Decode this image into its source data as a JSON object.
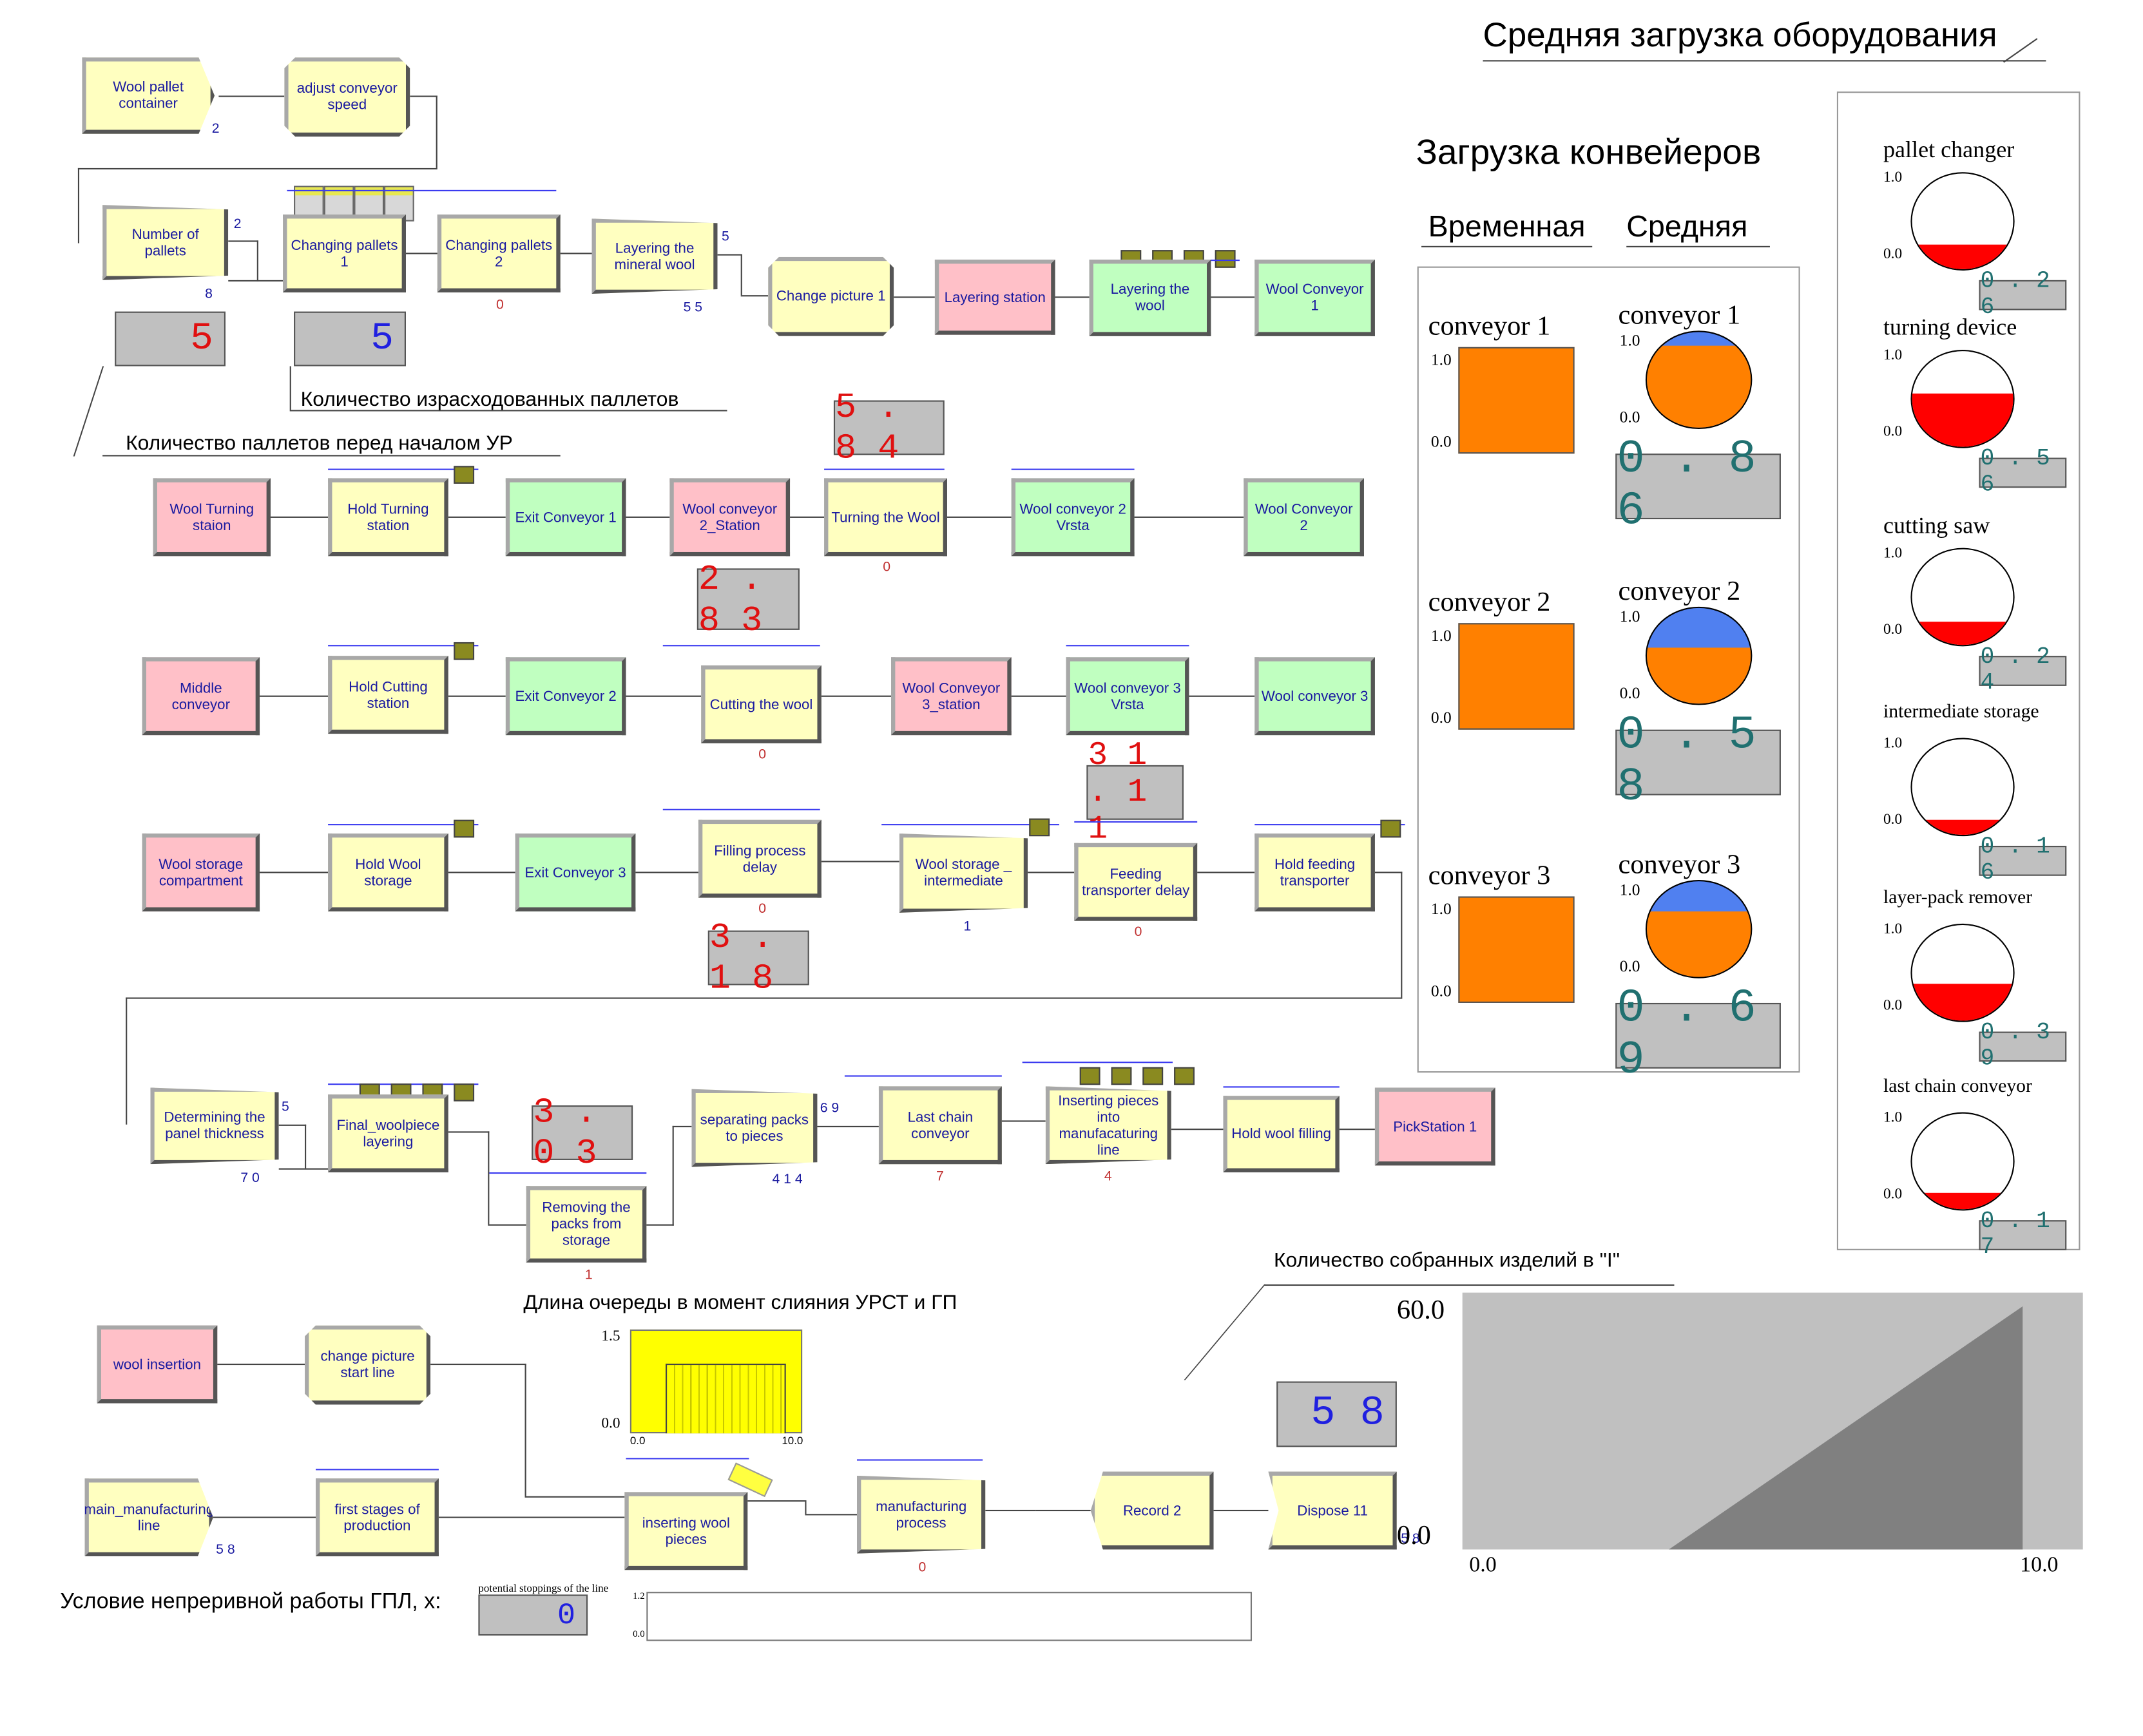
{
  "titles": {
    "equipment_load": "Средняя загрузка оборудования",
    "conveyor_load": "Загрузка конвейеров",
    "col_temporary": "Временная",
    "col_average": "Средняя",
    "pallets_used": "Количество израсходованных паллетов",
    "pallets_before": "Количество паллетов перед началом УР",
    "queue_length": "Длина очереды в момент слияния УРСТ и ГП",
    "assembled": "Количество собранных изделий в \"I\"",
    "condition": "Условие непреривной работы ГПЛ, x:",
    "potential_stops": "potential stoppings of the line"
  },
  "blocks": {
    "wool_pallet_container": "Wool pallet container",
    "adjust_conveyor_speed": "adjust conveyor speed",
    "number_of_pallets": "Number of pallets",
    "changing_pallets_1": "Changing pallets 1",
    "changing_pallets_2": "Changing pallets 2",
    "layering_mineral": "Layering the mineral wool",
    "change_picture_1": "Change picture 1",
    "layering_station": "Layering station",
    "layering_the_wool": "Layering  the wool",
    "wool_conveyor_1": "Wool Conveyor 1",
    "wool_turning_station": "Wool Turning staion",
    "hold_turning": "Hold    Turning station",
    "exit_conveyor_1": "Exit Conveyor 1",
    "wool_conveyor_2_station": "Wool conveyor 2_Station",
    "turning_the_wool": "Turning the Wool",
    "wool_conveyor_2_vrsta": "Wool conveyor 2 Vrsta",
    "wool_conveyor_2": "Wool Conveyor 2",
    "middle_conveyor": "Middle conveyor",
    "hold_cutting": "Hold Cutting station",
    "exit_conveyor_2": "Exit Conveyor 2",
    "cutting_the_wool": "Cutting the wool",
    "wool_conveyor_3_station": "Wool Conveyor 3_station",
    "wool_conveyor_3_vrsta": "Wool conveyor 3  Vrsta",
    "wool_conveyor_3": "Wool conveyor 3",
    "wool_storage_compartment": "Wool storage compartment",
    "hold_wool_storage": "Hold Wool storage",
    "exit_conveyor_3": "Exit Conveyor 3",
    "filling_process_delay": "Filling process delay",
    "wool_storage_intermediate": "Wool storage _ intermediate",
    "feeding_transporter_delay": "Feeding transporter delay",
    "hold_feeding_transporter": "Hold feeding transporter",
    "determining_panel": "Determining the panel thickness",
    "final_woolpiece": "Final_woolpiece layering",
    "removing_packs": "Removing the packs from storage",
    "separating_packs": "separating packs to pieces",
    "last_chain_conveyor": "Last chain conveyor",
    "inserting_pieces": "Inserting pieces into manufacaturing line",
    "hold_wool_filling": "Hold wool filling",
    "pickstation_1": "PickStation 1",
    "wool_insertion": "wool insertion",
    "change_picture_start": "change picture start line",
    "main_manufacturing": "main_manufacturing line",
    "first_stages": "first stages of production",
    "inserting_wool_pieces": "inserting wool pieces",
    "manufacturing_process": "manufacturing process",
    "record_2": "Record 2",
    "dispose_11": "Dispose 11"
  },
  "counts": {
    "wool_pallet_container": "2",
    "number_of_pallets_a": "2",
    "number_of_pallets_b": "8",
    "changing_pallets_2": "0",
    "layering_mineral_a": "5",
    "layering_mineral_b": "5 5",
    "turning_the_wool": "0",
    "cutting_the_wool": "0",
    "filling_process_delay": "0",
    "wool_storage_intermediate": "1",
    "feeding_transporter_delay": "0",
    "determining_panel_a": "5",
    "determining_panel_b": "7 0",
    "removing_packs": "1",
    "separating_packs_a": "6 9",
    "separating_packs_b": "4 1 4",
    "last_chain_conveyor": "7",
    "inserting_pieces": "4",
    "main_manufacturing": "5 8",
    "manufacturing_process": "0",
    "dispose_11": "5 8"
  },
  "displays": {
    "pallets_before": "5",
    "pallets_used": "5",
    "val_584": "5 . 8 4",
    "val_283": "2 . 8 3",
    "val_3111": "3 1 . 1 1",
    "val_318": "3 . 1 8",
    "val_303": "3 . 0 3",
    "assembled": "5 8",
    "condition": "0"
  },
  "conveyors": [
    {
      "name": "conveyor 1",
      "avg_name": "conveyor 1",
      "temp_level": 1.0,
      "avg_level": 0.86,
      "avg_text": "0 . 8 6"
    },
    {
      "name": "conveyor 2",
      "avg_name": "conveyor 2",
      "temp_level": 1.0,
      "avg_level": 0.58,
      "avg_text": "0 . 5 8"
    },
    {
      "name": "conveyor 3",
      "avg_name": "conveyor 3",
      "temp_level": 1.0,
      "avg_level": 0.69,
      "avg_text": "0 . 6 9"
    }
  ],
  "equipment": [
    {
      "name": "pallet changer",
      "level": 0.26,
      "text": "0 . 2 6"
    },
    {
      "name": "turning device",
      "level": 0.56,
      "text": "0 . 5 6"
    },
    {
      "name": "cutting saw",
      "level": 0.24,
      "text": "0 . 2 4"
    },
    {
      "name": "intermediate storage",
      "level": 0.16,
      "text": "0 . 1 6"
    },
    {
      "name": "layer-pack remover",
      "level": 0.39,
      "text": "0 . 3 9"
    },
    {
      "name": "last chain conveyor",
      "level": 0.17,
      "text": "0 . 1 7"
    }
  ],
  "axis": {
    "one": "1.0",
    "zero": "0.0",
    "y15": "1.5",
    "x0": "0.0",
    "x10": "10.0",
    "y12": "1.2",
    "y00": "0.0",
    "y60": "60.0",
    "y00b": "0.0",
    "xb0": "0.0",
    "xb10": "10.0"
  },
  "colors": {
    "yellow": "#ffffc0",
    "green": "#c0ffc0",
    "pink": "#ffc0c8",
    "orange": "#ff8000",
    "blue": "#5080f0",
    "red": "#ff0000"
  }
}
